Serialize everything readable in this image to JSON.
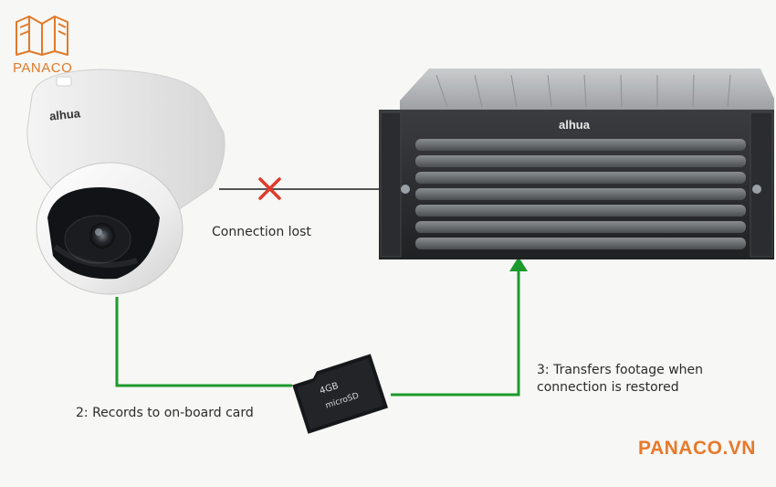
{
  "logo": {
    "brand_text": "PANACO"
  },
  "camera": {
    "brand": "alhua"
  },
  "recorder": {
    "brand": "alhua"
  },
  "labels": {
    "connection_lost": "Connection lost",
    "step2": "2: Records to on-board card",
    "step3_line1": "3: Transfers footage when",
    "step3_line2": "connection is restored"
  },
  "sdcard": {
    "print_1": "4GB",
    "print_2": "microSD"
  },
  "footer": {
    "brand_url": "PANACO.VN"
  },
  "colors": {
    "green_line": "#1c9a2c",
    "gray_line": "#555555",
    "x_mark": "#e03a2a",
    "brand_orange": "#e8792a"
  }
}
